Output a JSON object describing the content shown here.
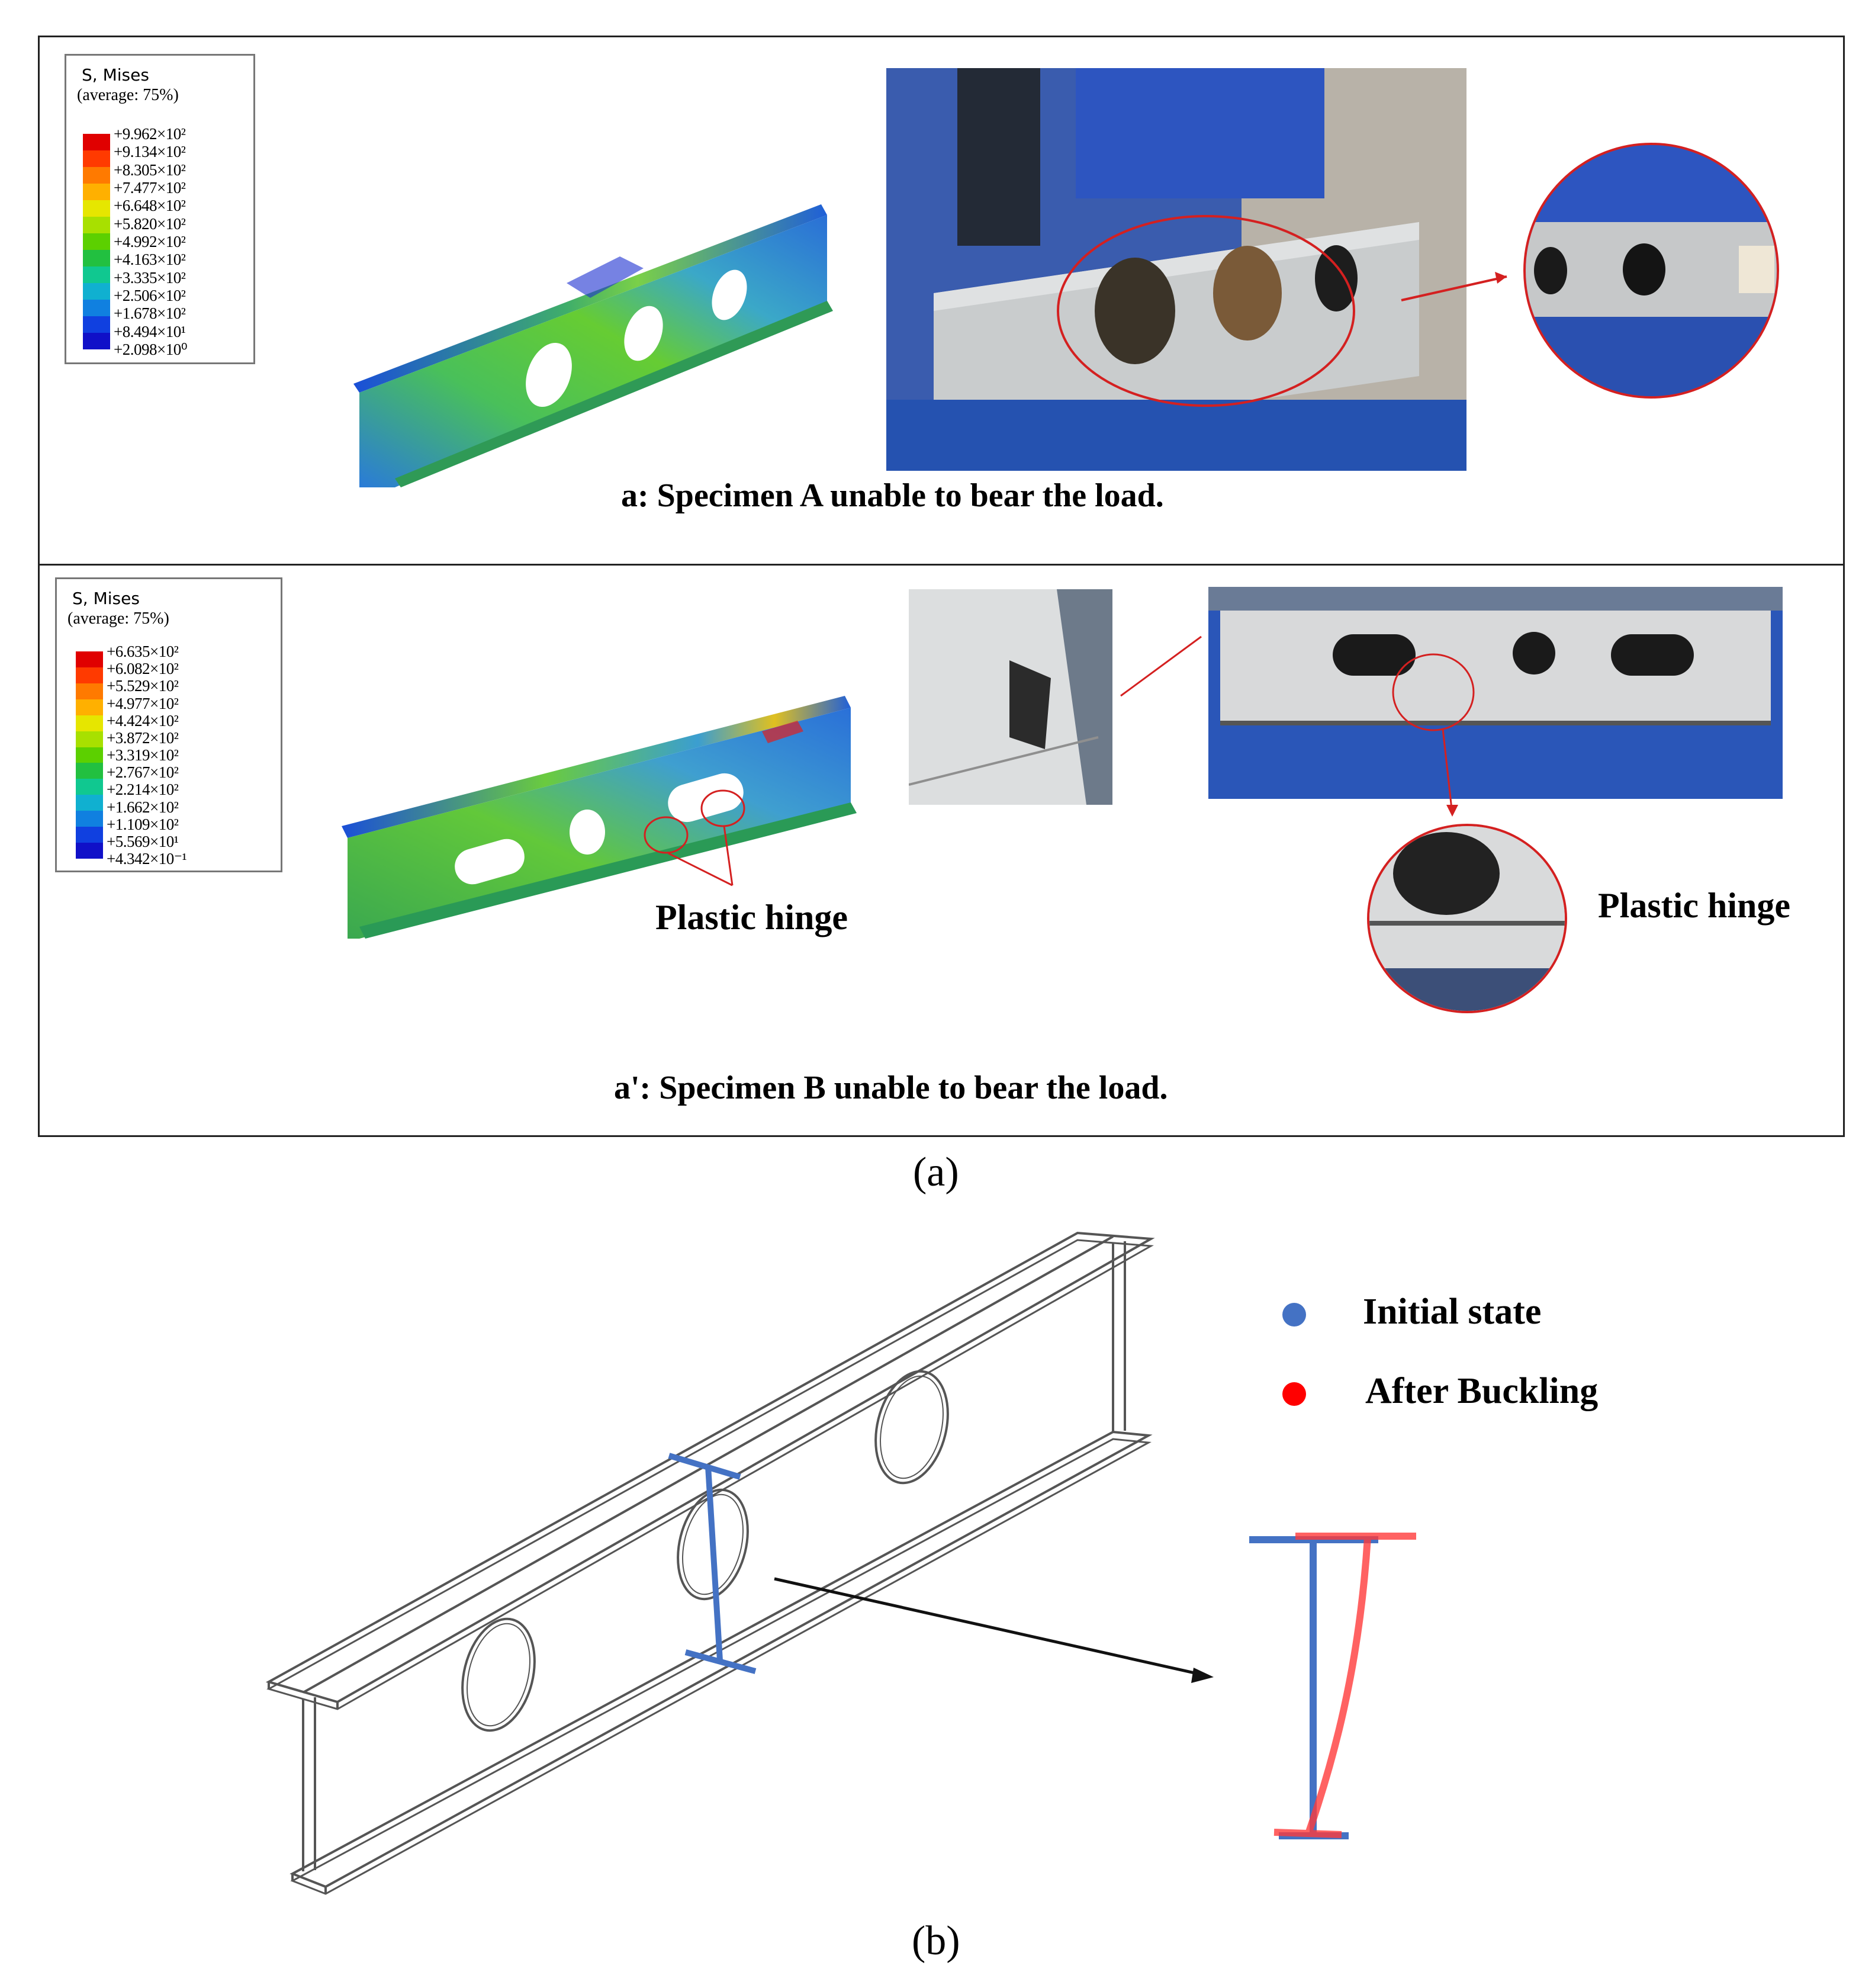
{
  "panel_a1": {
    "legend": {
      "title": "S, Mises",
      "subtitle": "(average: 75%)",
      "values": [
        "+9.962×10²",
        "+9.134×10²",
        "+8.305×10²",
        "+7.477×10²",
        "+6.648×10²",
        "+5.820×10²",
        "+4.992×10²",
        "+4.163×10²",
        "+3.335×10²",
        "+2.506×10²",
        "+1.678×10²",
        "+8.494×10¹",
        "+2.098×10⁰"
      ]
    },
    "caption": "a: Specimen A unable to bear the load."
  },
  "panel_a2": {
    "legend": {
      "title": "S, Mises",
      "subtitle": "(average: 75%)",
      "values": [
        "+6.635×10²",
        "+6.082×10²",
        "+5.529×10²",
        "+4.977×10²",
        "+4.424×10²",
        "+3.872×10²",
        "+3.319×10²",
        "+2.767×10²",
        "+2.214×10²",
        "+1.662×10²",
        "+1.109×10²",
        "+5.569×10¹",
        "+4.342×10⁻¹"
      ]
    },
    "hinge_label_fe": "Plastic hinge",
    "hinge_label_photo": "Plastic hinge",
    "caption": "a': Specimen B unable to bear the load."
  },
  "figure_a_label": "(a)",
  "figure_b": {
    "legend_initial": "Initial state",
    "legend_after": "After Buckling",
    "label": "(b)"
  },
  "colors": {
    "contour": [
      "#e00000",
      "#ff3a00",
      "#ff7a00",
      "#ffb000",
      "#e6e600",
      "#a8e000",
      "#5cd000",
      "#22c040",
      "#10c890",
      "#10b0d0",
      "#1080e0",
      "#1040e0",
      "#1010c8"
    ],
    "initial": "#4472c4",
    "after": "#ff0000"
  }
}
